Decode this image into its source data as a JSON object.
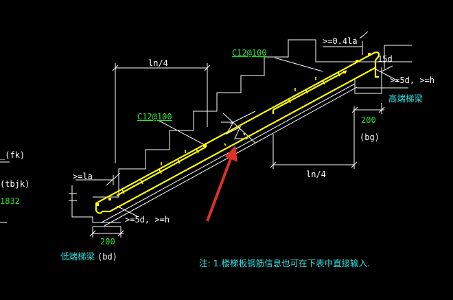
{
  "labels": {
    "top_rebar": "C12@100",
    "bottom_rebar": "C12@100",
    "ln4_top": "ln/4",
    "ln4_bottom": "ln/4",
    "anchor_04la": ">=0.4la",
    "hook_15d": "15d",
    "anchor_5d_h_right": ">=5d, >=h",
    "anchor_5d_h_left": ">=5d, >=h",
    "anchor_la": ">=la",
    "high_beam": "高端梯梁",
    "low_beam": "低端梯梁",
    "bd": "(bd)",
    "bg": "(bg)",
    "dim_200_right": "200",
    "dim_200_left": "200",
    "left_fk": "_(fk)",
    "left_tbjk": "(tbjk)",
    "left_value": "1832",
    "note": "注: 1.楼梯板钢筋信息也可在下表中直接输入."
  },
  "colors": {
    "outline": "#ffffff",
    "rebar": "#ffff00",
    "cyan": "#33e0e0",
    "green": "#33e033",
    "arrow": "#e0302a"
  }
}
